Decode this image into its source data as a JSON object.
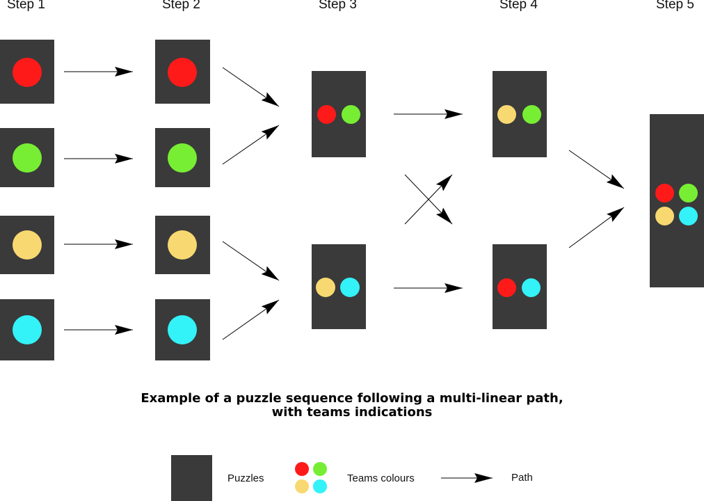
{
  "steps": [
    "Step 1",
    "Step 2",
    "Step 3",
    "Step 4",
    "Step 5"
  ],
  "colors": {
    "puzzle": "#3a3a3a",
    "red": "#ff1a1a",
    "green": "#77ee33",
    "yellow": "#f8d870",
    "cyan": "#33f2f8",
    "arrow": "#000000"
  },
  "puzzles": [
    {
      "id": "s1-red",
      "step": 1,
      "teams": [
        "red"
      ]
    },
    {
      "id": "s1-green",
      "step": 1,
      "teams": [
        "green"
      ]
    },
    {
      "id": "s1-yellow",
      "step": 1,
      "teams": [
        "yellow"
      ]
    },
    {
      "id": "s1-cyan",
      "step": 1,
      "teams": [
        "cyan"
      ]
    },
    {
      "id": "s2-red",
      "step": 2,
      "teams": [
        "red"
      ]
    },
    {
      "id": "s2-green",
      "step": 2,
      "teams": [
        "green"
      ]
    },
    {
      "id": "s2-yellow",
      "step": 2,
      "teams": [
        "yellow"
      ]
    },
    {
      "id": "s2-cyan",
      "step": 2,
      "teams": [
        "cyan"
      ]
    },
    {
      "id": "s3-top",
      "step": 3,
      "teams": [
        "red",
        "green"
      ]
    },
    {
      "id": "s3-bottom",
      "step": 3,
      "teams": [
        "yellow",
        "cyan"
      ]
    },
    {
      "id": "s4-top",
      "step": 4,
      "teams": [
        "yellow",
        "green"
      ]
    },
    {
      "id": "s4-bottom",
      "step": 4,
      "teams": [
        "red",
        "cyan"
      ]
    },
    {
      "id": "s5",
      "step": 5,
      "teams": [
        "red",
        "green",
        "yellow",
        "cyan"
      ]
    }
  ],
  "paths": [
    {
      "from": "s1-red",
      "to": "s2-red"
    },
    {
      "from": "s1-green",
      "to": "s2-green"
    },
    {
      "from": "s1-yellow",
      "to": "s2-yellow"
    },
    {
      "from": "s1-cyan",
      "to": "s2-cyan"
    },
    {
      "from": "s2-red",
      "to": "s3-top"
    },
    {
      "from": "s2-green",
      "to": "s3-top"
    },
    {
      "from": "s2-yellow",
      "to": "s3-bottom"
    },
    {
      "from": "s2-cyan",
      "to": "s3-bottom"
    },
    {
      "from": "s3-top",
      "to": "s4-top"
    },
    {
      "from": "s3-top",
      "to": "s4-bottom"
    },
    {
      "from": "s3-bottom",
      "to": "s4-top"
    },
    {
      "from": "s3-bottom",
      "to": "s4-bottom"
    },
    {
      "from": "s4-top",
      "to": "s5"
    },
    {
      "from": "s4-bottom",
      "to": "s5"
    }
  ],
  "caption": {
    "line1": "Example of a puzzle sequence following a multi-linear path,",
    "line2": "with teams indications"
  },
  "legend": {
    "puzzles_label": "Puzzles",
    "teams_label": "Teams colours",
    "path_label": "Path"
  }
}
